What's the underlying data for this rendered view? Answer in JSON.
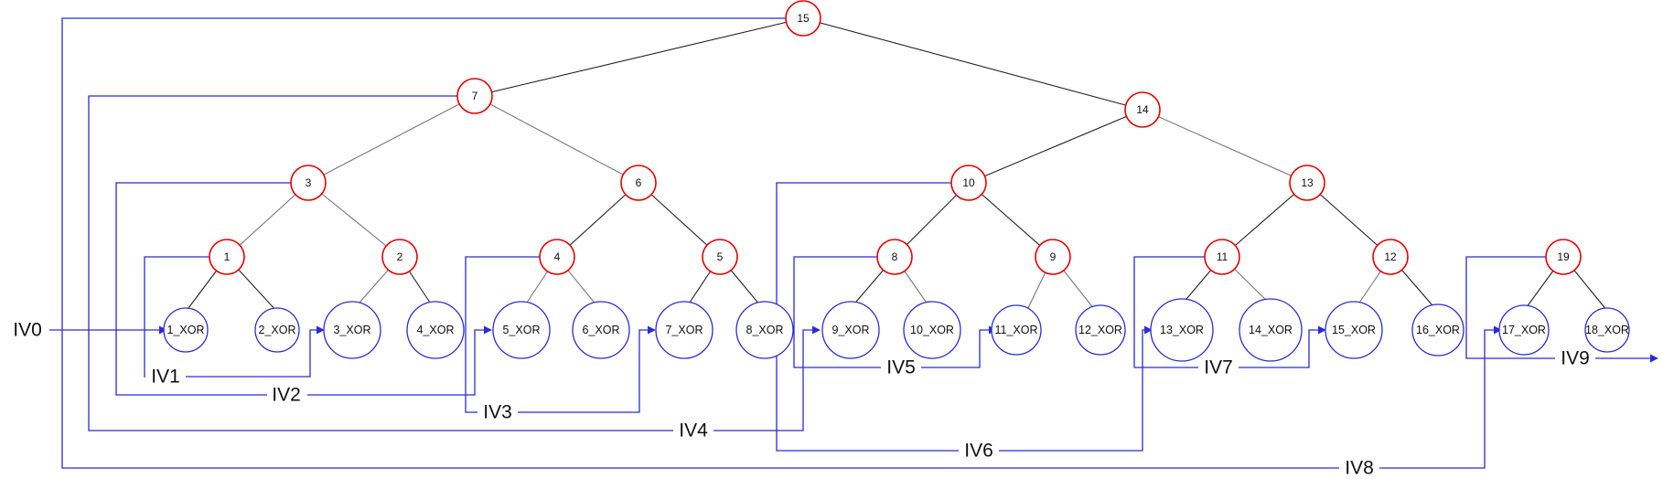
{
  "colors": {
    "red_node_stroke": "#e60000",
    "xor_node_stroke": "#2b2bd6",
    "iv_line": "#2b2bd6",
    "tree_edge": "#222222"
  },
  "tree_nodes": [
    "15",
    "7",
    "14",
    "3",
    "6",
    "10",
    "13",
    "1",
    "2",
    "4",
    "5",
    "8",
    "9",
    "11",
    "12",
    "19"
  ],
  "xor_nodes": [
    "1_XOR",
    "2_XOR",
    "3_XOR",
    "4_XOR",
    "5_XOR",
    "6_XOR",
    "7_XOR",
    "8_XOR",
    "9_XOR",
    "10_XOR",
    "11_XOR",
    "12_XOR",
    "13_XOR",
    "14_XOR",
    "15_XOR",
    "16_XOR",
    "17_XOR",
    "18_XOR"
  ],
  "iv_labels": [
    "IV0",
    "IV1",
    "IV2",
    "IV3",
    "IV4",
    "IV5",
    "IV6",
    "IV7",
    "IV8",
    "IV9"
  ]
}
